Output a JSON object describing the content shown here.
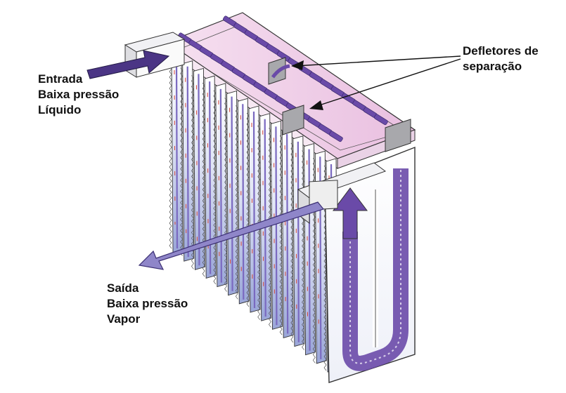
{
  "labels": {
    "inlet": {
      "line1": "Entrada",
      "line2": "Baixa pressão",
      "line3": "Líquido"
    },
    "outlet": {
      "line1": "Saída",
      "line2": "Baixa pressão",
      "line3": "Vapor"
    },
    "baffles": {
      "line1": "Defletores de",
      "line2": "separação"
    }
  },
  "colors": {
    "flow_arrow": "#5b3f93",
    "tube_purple": "#6a4aa8",
    "tank_pink": "#f2d3ea",
    "fin_blue": "#b9c4e6",
    "flow_red": "#d4473a",
    "baffle_gray": "#9a9a9a",
    "outline": "#333333"
  },
  "icons": [
    "inlet-arrow",
    "outlet-arrow",
    "upflow-arrow",
    "baffle-pointer-arrow"
  ]
}
